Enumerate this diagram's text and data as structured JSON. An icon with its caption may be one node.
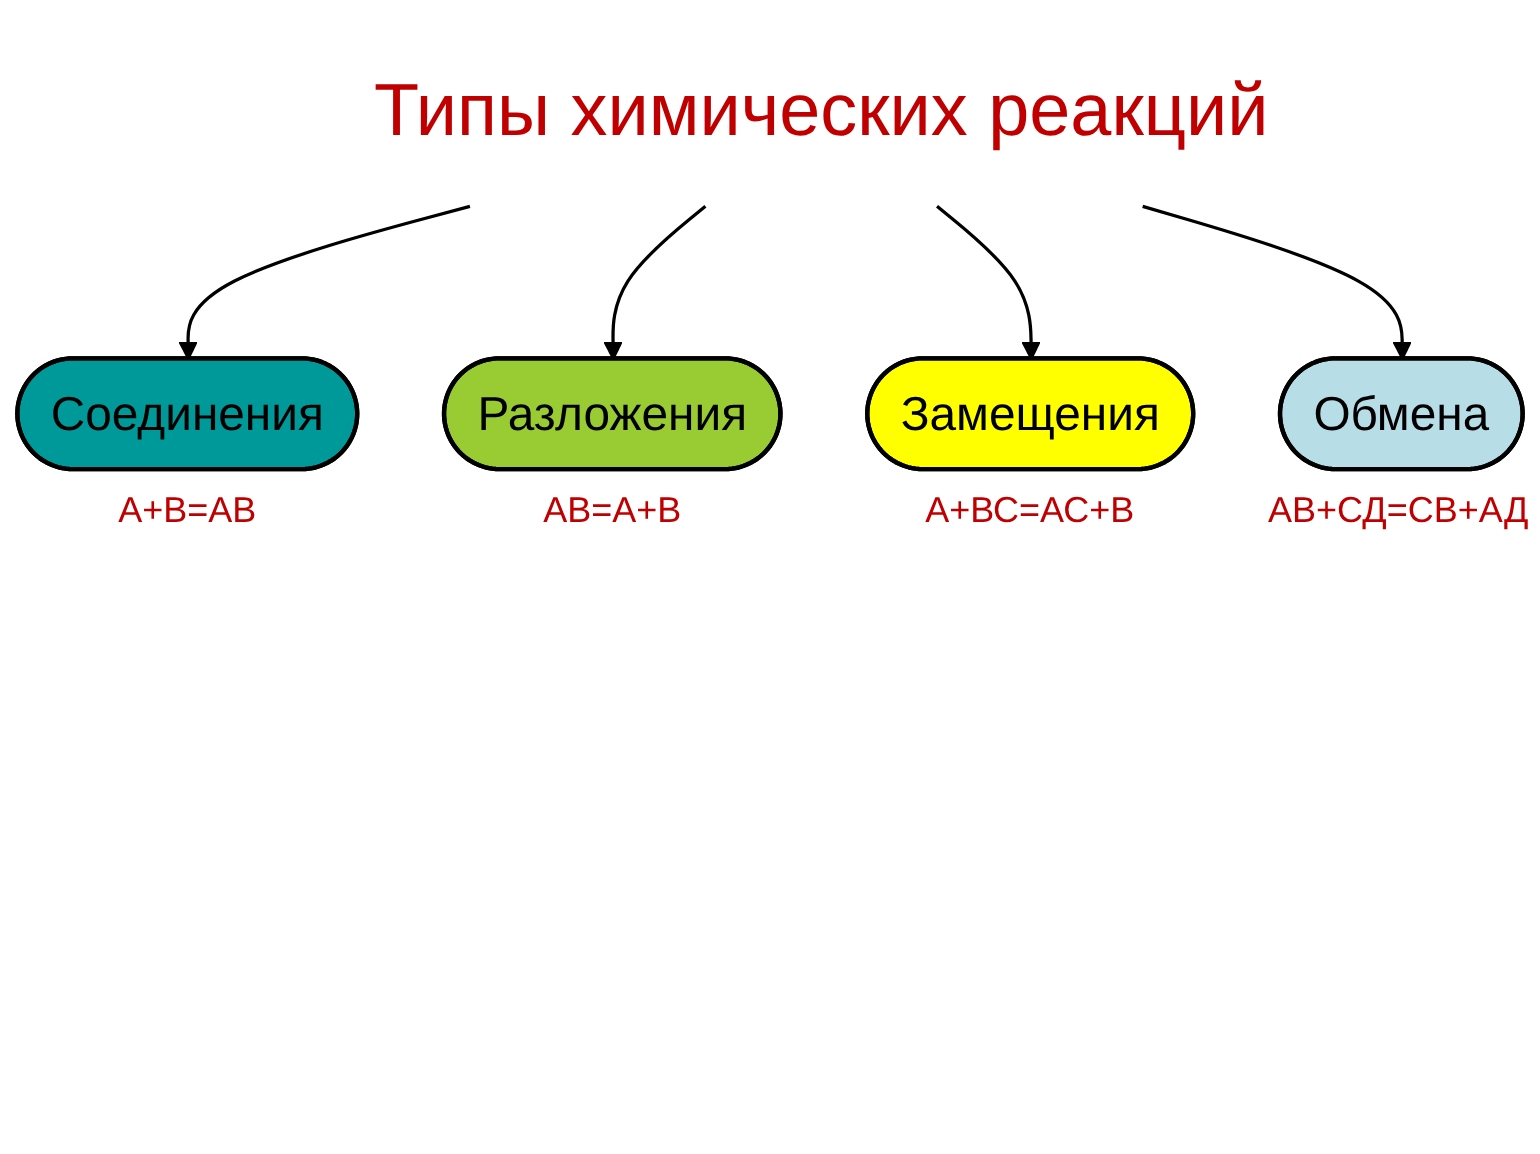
{
  "diagram": {
    "nodes": [
      {
        "text": [
          "Типы химических реакций"
        ]
      },
      {
        "text": [
          "Соединения"
        ],
        "beside": [
          "А+В=АВ"
        ]
      },
      {
        "text": [
          "Разложения"
        ],
        "beside": [
          "АВ=А+В"
        ]
      },
      {
        "text": [
          "Замещения"
        ],
        "beside": [
          "А+ВС=АС+В"
        ]
      },
      {
        "text": [
          "Обмена"
        ],
        "beside": [
          "АВ+СД=СВ+АД"
        ]
      }
    ],
    "edges": [
      {
        "from": 0,
        "to": 1,
        "arrow": "to"
      },
      {
        "from": 0,
        "to": 2,
        "arrow": "to"
      },
      {
        "from": 0,
        "to": 3,
        "arrow": "to"
      },
      {
        "from": 0,
        "to": 4,
        "arrow": "to"
      }
    ]
  }
}
